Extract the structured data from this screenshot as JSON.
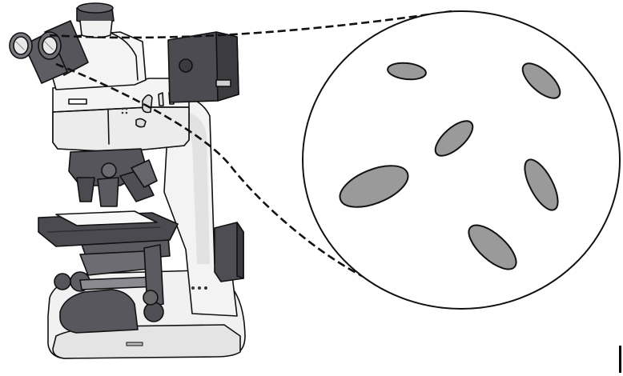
{
  "colors": {
    "outline": "#111111",
    "body_white": "#f4f4f4",
    "body_light": "#e6e6e6",
    "body_shade": "#cfcfcf",
    "dark_gray": "#4f4f55",
    "mid_gray": "#7d7d84",
    "cell_fill": "#9a9a9a",
    "slide_fill": "#f8f8f8",
    "circle_fill": "#ffffff"
  },
  "icons": [
    "microscope-illustration",
    "magnified-view-circle",
    "bacterium-cell",
    "zoom-indicator-lines"
  ],
  "cells_visible": 6
}
